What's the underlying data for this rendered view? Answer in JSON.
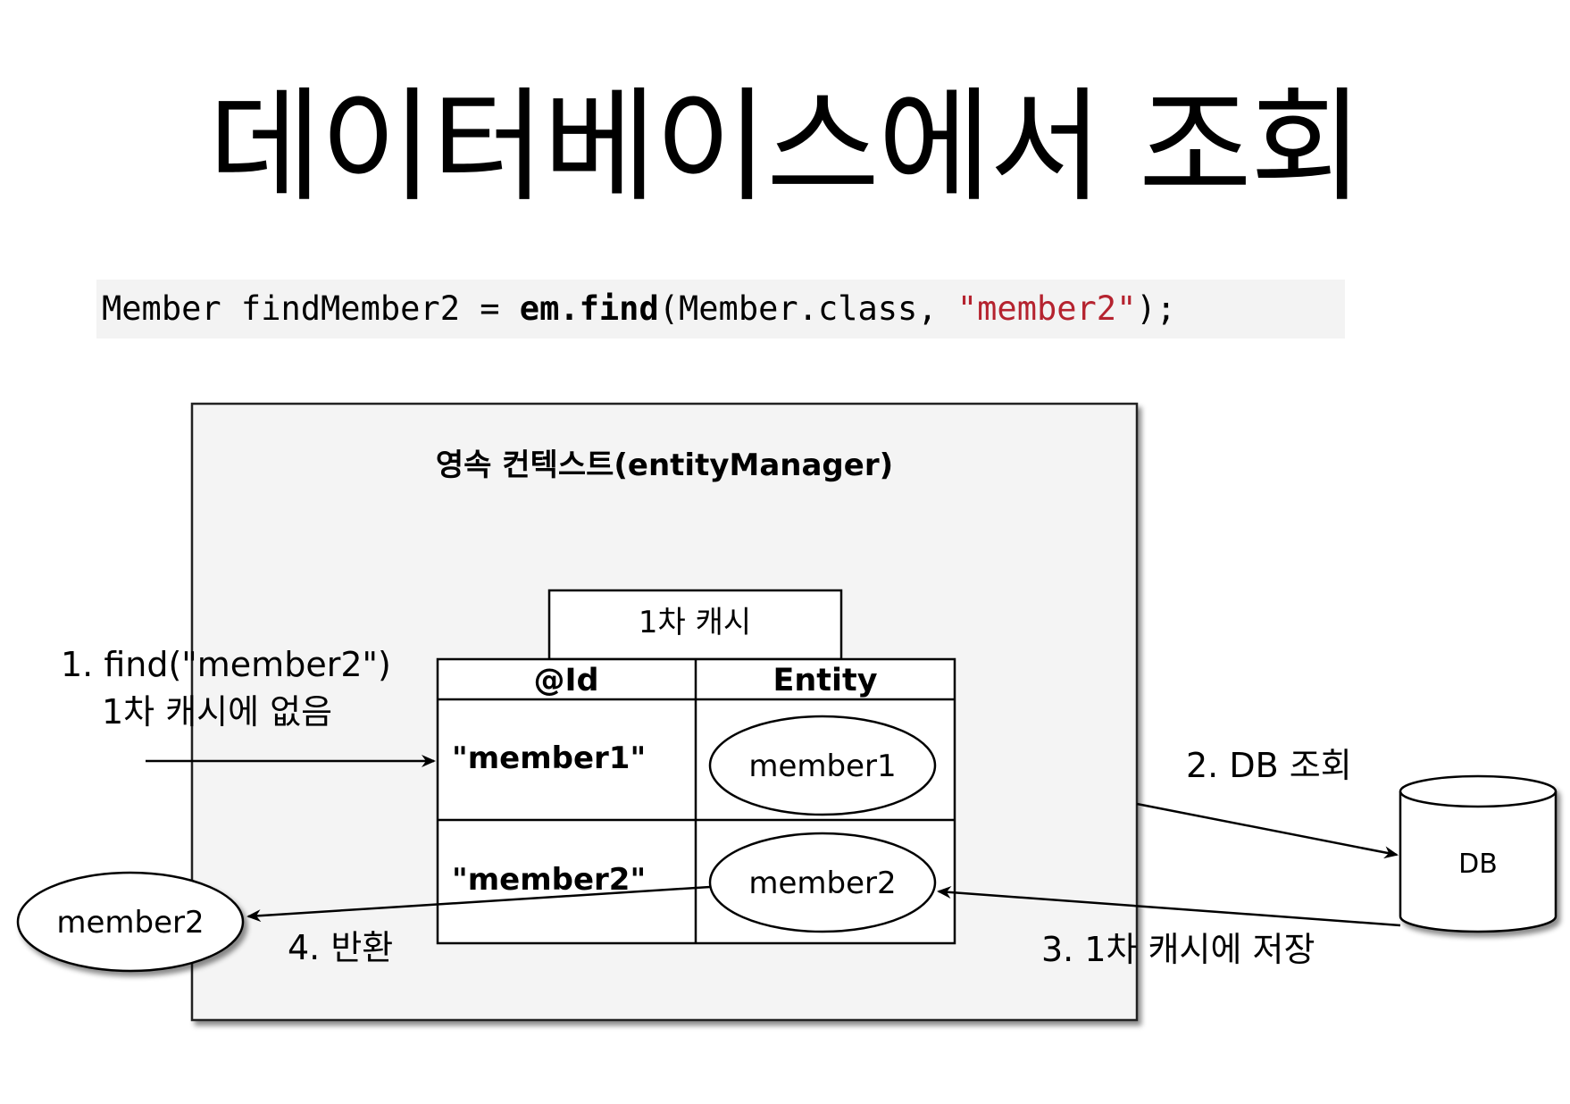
{
  "title": "데이터베이스에서 조회",
  "code": {
    "prefix": "Member findMember2 = ",
    "call": "em.find",
    "args_open": "(Member.class, ",
    "string_literal": "\"member2\"",
    "suffix": ");"
  },
  "diagram": {
    "context_label": "영속 컨텍스트(entityManager)",
    "cache_tab_label": "1차 캐시",
    "table": {
      "headers": [
        "@Id",
        "Entity"
      ],
      "rows": [
        {
          "id": "\"member1\"",
          "entity": "member1"
        },
        {
          "id": "\"member2\"",
          "entity": "member2"
        }
      ]
    },
    "step1_line1": "1. find(\"member2\")",
    "step1_line2": "1차 캐시에 없음",
    "step2": "2. DB 조회",
    "step3": "3. 1차 캐시에 저장",
    "step4": "4. 반환",
    "db_label": "DB",
    "returned_entity": "member2"
  },
  "colors": {
    "string_literal": "#b5232f",
    "code_background": "#f3f3f3",
    "context_background": "#f4f4f4"
  }
}
